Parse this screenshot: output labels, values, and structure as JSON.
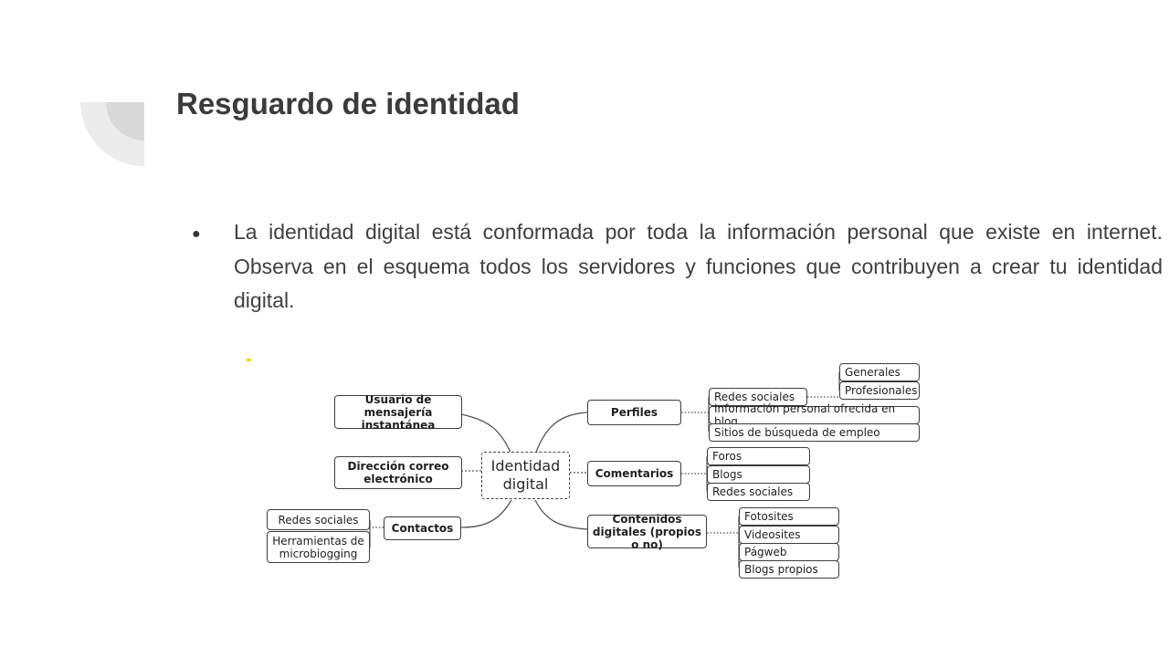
{
  "slide": {
    "title": "Resguardo de identidad",
    "bullet": "La identidad digital está conformada por toda la información personal que existe en internet. Observa en el esquema todos los servidores y funciones que contribuyen a crear tu identidad digital."
  },
  "diagram": {
    "center": "Identidad digital",
    "left": {
      "mensajeria": "Usuario de mensajería instantánea",
      "correo": "Dirección correo electrónico",
      "contactos": "Contactos",
      "contactos_children": [
        "Redes sociales",
        "Herramientas de microbiogging"
      ]
    },
    "right": {
      "perfiles": "Perfiles",
      "perfiles_children": [
        "Redes sociales",
        "Información personal ofrecida en blog",
        "Sitios de búsqueda de empleo"
      ],
      "redes_children": [
        "Generales",
        "Profesionales"
      ],
      "comentarios": "Comentarios",
      "comentarios_children": [
        "Foros",
        "Blogs",
        "Redes sociales"
      ],
      "contenidos": "Contenidos digitales (propios o no)",
      "contenidos_children": [
        "Fotosites",
        "Videosites",
        "Págweb",
        "Blogs propios"
      ]
    }
  },
  "colors": {
    "title": "#3b3b3b",
    "text": "#404040",
    "deco_light": "#ededed",
    "deco_dark": "#d9d9d9",
    "node_border": "#3d3d3d"
  }
}
